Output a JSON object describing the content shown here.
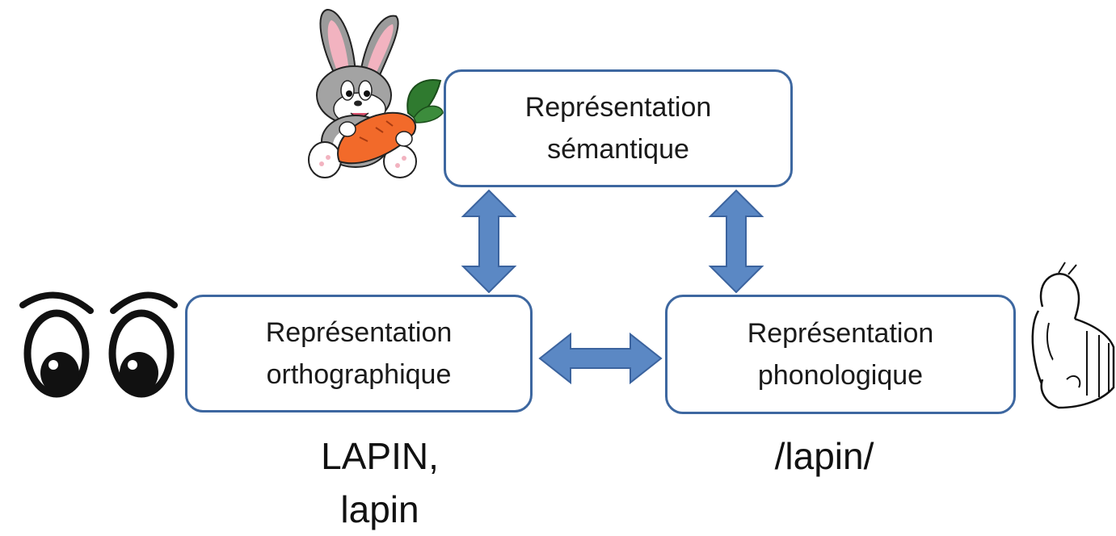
{
  "boxes": {
    "semantic": {
      "line1": "Représentation",
      "line2": "sémantique"
    },
    "orthographic": {
      "line1": "Représentation",
      "line2": "orthographique"
    },
    "phonological": {
      "line1": "Représentation",
      "line2": "phonologique"
    }
  },
  "captions": {
    "orthographic": {
      "line1": "LAPIN,",
      "line2": "lapin"
    },
    "phonological": {
      "line1": "/lapin/"
    }
  },
  "colors": {
    "box_border": "#3d67a0",
    "arrow_fill": "#5b88c4",
    "arrow_stroke": "#3b639e",
    "text": "#1a1a1a"
  },
  "icons": [
    "bunny-with-carrot-icon",
    "eyes-icon",
    "ear-listening-icon"
  ]
}
